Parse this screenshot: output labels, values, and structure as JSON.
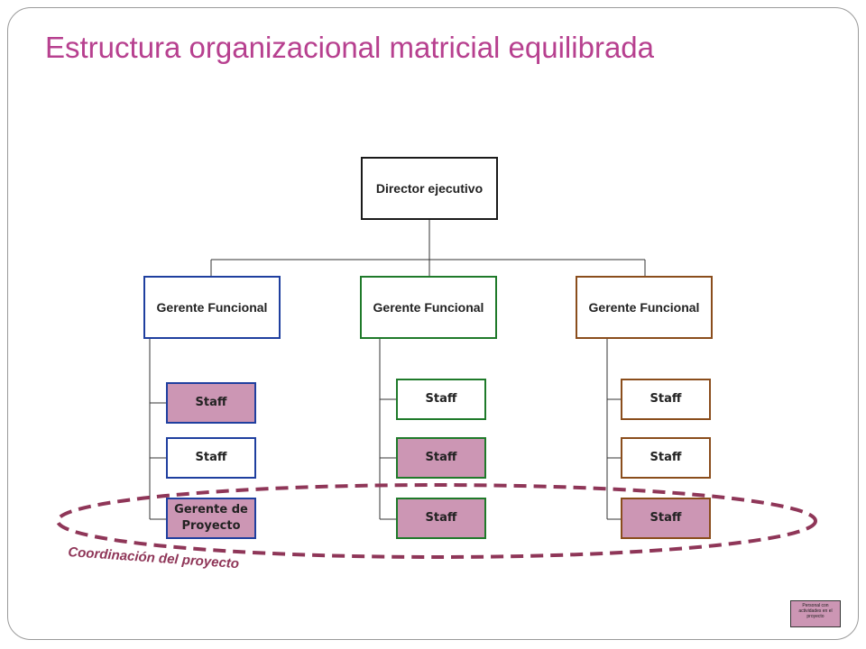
{
  "title": "Estructura organizacional matricial equilibrada",
  "director": "Director ejecutivo",
  "functional_managers": [
    {
      "label": "Gerente Funcional",
      "color": "#1f3f9f"
    },
    {
      "label": "Gerente Funcional",
      "color": "#1f7a2a"
    },
    {
      "label": "Gerente Funcional",
      "color": "#8a4d1c"
    }
  ],
  "columns": [
    {
      "items": [
        {
          "label": "Staff",
          "highlighted": true
        },
        {
          "label": "Staff",
          "highlighted": false
        },
        {
          "label": "Gerente de Proyecto",
          "highlighted": true
        }
      ]
    },
    {
      "items": [
        {
          "label": "Staff",
          "highlighted": false
        },
        {
          "label": "Staff",
          "highlighted": true
        },
        {
          "label": "Staff",
          "highlighted": true
        }
      ]
    },
    {
      "items": [
        {
          "label": "Staff",
          "highlighted": false
        },
        {
          "label": "Staff",
          "highlighted": false
        },
        {
          "label": "Staff",
          "highlighted": true
        }
      ]
    }
  ],
  "coordination_label": "Coordinación del proyecto",
  "legend": "Personal con actividades en el proyecto",
  "colors": {
    "title": "#b7408f",
    "highlight": "#cc96b4",
    "coordination": "#8f3658"
  }
}
